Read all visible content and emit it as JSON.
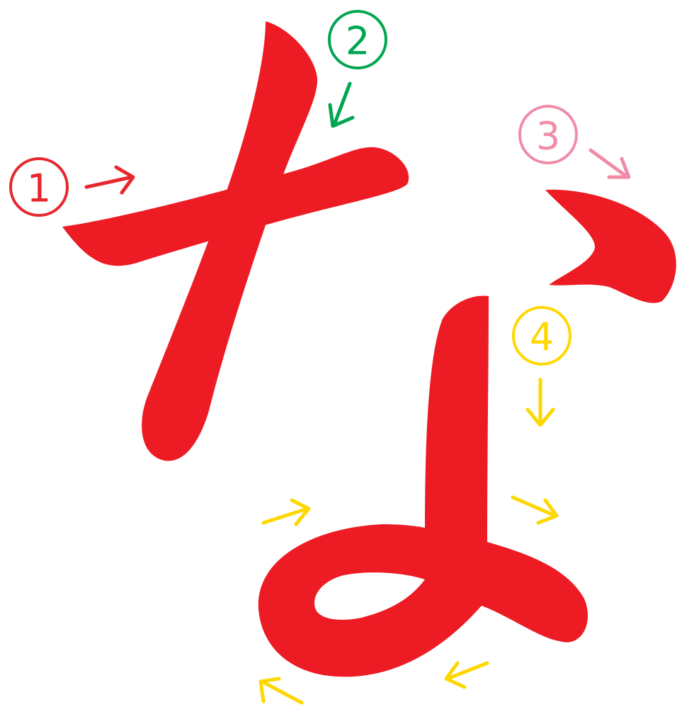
{
  "character": {
    "stroke_color": "#ED1C24"
  },
  "stroke_labels": [
    {
      "number": "1",
      "color": "#E8262E"
    },
    {
      "number": "2",
      "color": "#00A651"
    },
    {
      "number": "3",
      "color": "#F08CA8"
    },
    {
      "number": "4",
      "color": "#FFD700"
    }
  ],
  "arrow_colors": {
    "stroke1": "#E8262E",
    "stroke2": "#00A651",
    "stroke3": "#F08CA8",
    "stroke4": "#FFD700"
  }
}
